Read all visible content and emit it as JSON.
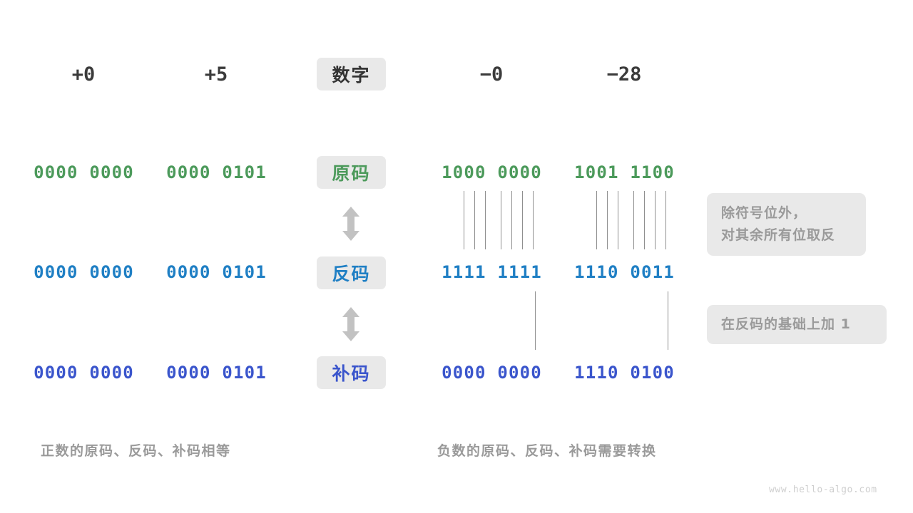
{
  "diagram": {
    "title_row": {
      "label": "数字",
      "columns": [
        "+0",
        "+5",
        "−0",
        "−28"
      ]
    },
    "rows": [
      {
        "label": "原码",
        "color": "#4c9a5b",
        "values": [
          "0000 0000",
          "0000 0101",
          "1000 0000",
          "1001 1100"
        ]
      },
      {
        "label": "反码",
        "color": "#1f7fc4",
        "values": [
          "0000 0000",
          "0000 0101",
          "1111 1111",
          "1110 0011"
        ]
      },
      {
        "label": "补码",
        "color": "#3a55cc",
        "values": [
          "0000 0000",
          "0000 0101",
          "0000 0000",
          "1110 0100"
        ]
      }
    ],
    "annotations": [
      {
        "line1": "除符号位外，",
        "line2": "对其余所有位取反"
      },
      {
        "line1": "在反码的基础上加 1",
        "line2": ""
      }
    ],
    "captions": {
      "left": "正数的原码、反码、补码相等",
      "right": "负数的原码、反码、补码需要转换"
    },
    "watermark": "www.hello-algo.com",
    "arrow_icon": "up-down-arrow-icon",
    "colors": {
      "badge_bg": "#e9e9e9",
      "green": "#4c9a5b",
      "blue": "#1f7fc4",
      "indigo": "#3a55cc",
      "muted": "#9a9a9a",
      "line": "#8f8f8f"
    }
  }
}
